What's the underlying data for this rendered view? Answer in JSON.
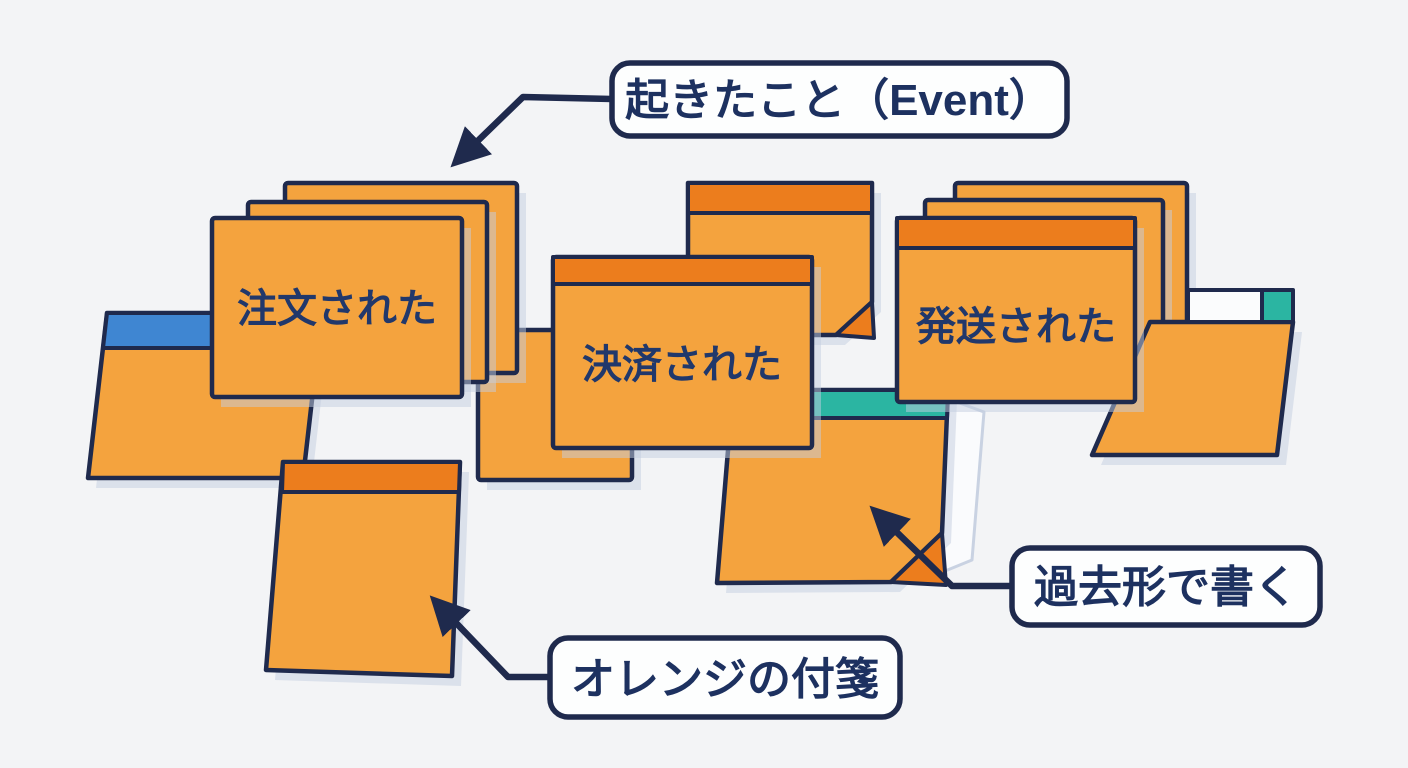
{
  "diagram": {
    "title_label": "起きたこと（Event）",
    "note_ordered": "注文された",
    "note_paid": "決済された",
    "note_shipped": "発送された",
    "label_past_tense": "過去形で書く",
    "label_orange_sticky": "オレンジの付箋",
    "colors": {
      "background": "#F3F4F6",
      "note_orange": "#F4A33E",
      "header_orange": "#EC7D1D",
      "border_navy": "#1F2A4D",
      "text_navy": "#21386B",
      "label_text": "#1D3160",
      "blue_header": "#3F86D2",
      "teal_header": "#2BB5A2"
    }
  }
}
